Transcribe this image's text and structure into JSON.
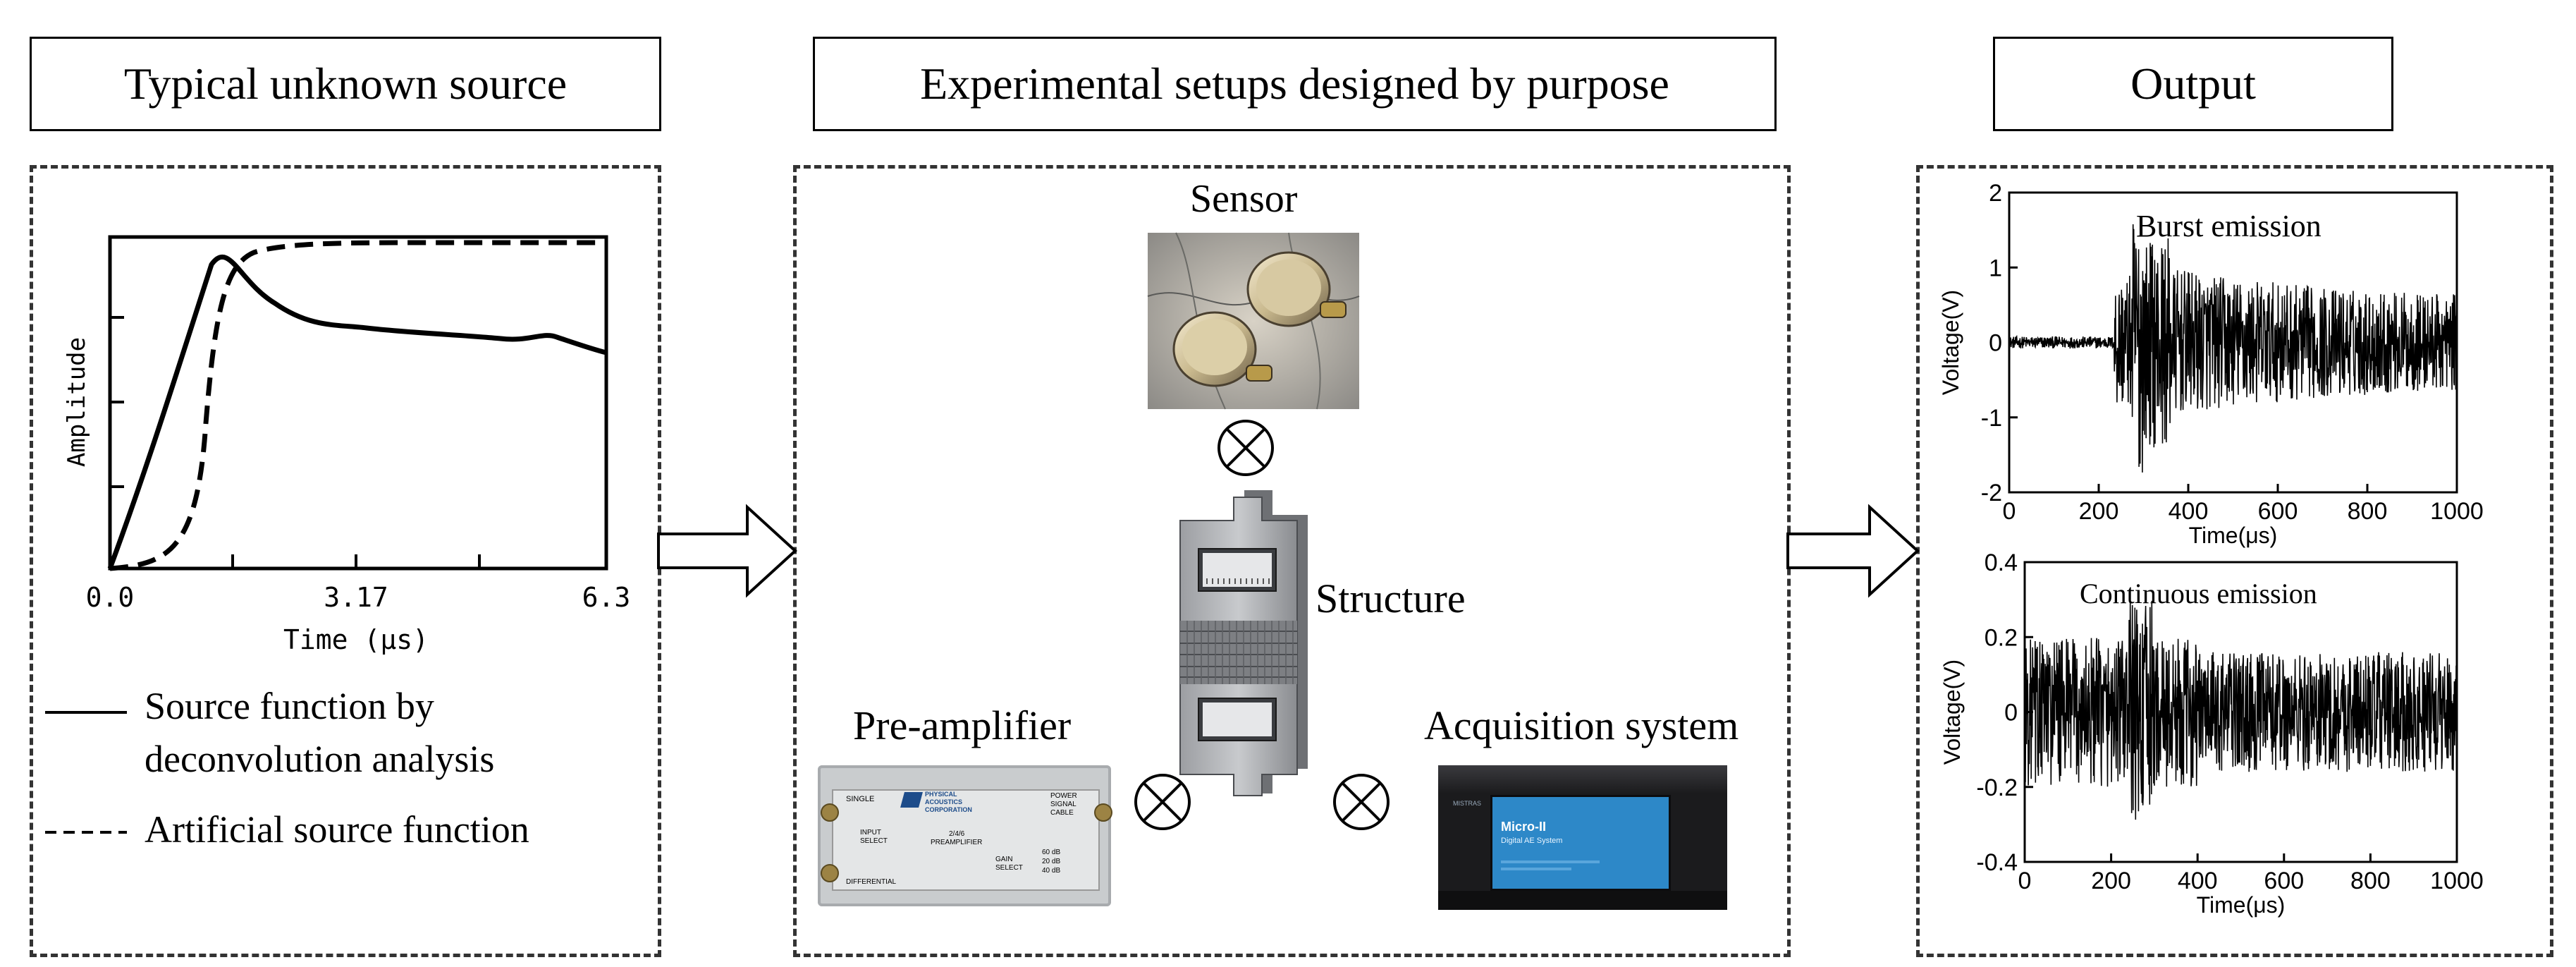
{
  "headers": {
    "left": "Typical unknown source",
    "middle": "Experimental setups designed by purpose",
    "right": "Output"
  },
  "left_panel": {
    "y_label": "Amplitude",
    "x_label": "Time (μs)",
    "x_ticks": [
      "0.0",
      "3.17",
      "6.3"
    ],
    "legend": {
      "solid_line1": "Source function by",
      "solid_line2": "deconvolution analysis",
      "dashed": "Artificial source function"
    }
  },
  "middle_panel": {
    "sensor_label": "Sensor",
    "structure_label": "Structure",
    "preamp_label": "Pre-amplifier",
    "acq_label": "Acquisition  system",
    "preamp_text": {
      "single": "SINGLE",
      "brand1": "PHYSICAL",
      "brand2": "ACOUSTICS",
      "brand3": "CORPORATION",
      "power1": "POWER",
      "power2": "SIGNAL",
      "power3": "CABLE",
      "input1": "INPUT",
      "input2": "SELECT",
      "model1": "2/4/6",
      "model2": "PREAMPLIFIER",
      "gain1": "GAIN",
      "gain2": "SELECT",
      "db1": "60 dB",
      "db2": "20 dB",
      "db3": "40 dB",
      "differential": "DIFFERENTIAL"
    },
    "acq_screen": {
      "brand": "MISTRAS",
      "title": "Micro-II",
      "subtitle": "Digital AE System"
    }
  },
  "right_panel": {
    "chart_data": [
      {
        "type": "line",
        "annotation": "Burst emission",
        "xlabel": "Time(μs)",
        "ylabel": "Voltage(V)",
        "xlim": [
          0,
          1000
        ],
        "ylim": [
          -2,
          2
        ],
        "x_ticks": [
          "0",
          "200",
          "400",
          "600",
          "800",
          "1000"
        ],
        "y_ticks": [
          "2",
          "1",
          "0",
          "-1",
          "-2"
        ]
      },
      {
        "type": "line",
        "annotation": "Continuous emission",
        "xlabel": "Time(μs)",
        "ylabel": "Voltage(V)",
        "xlim": [
          0,
          1000
        ],
        "ylim": [
          -0.4,
          0.4
        ],
        "x_ticks": [
          "0",
          "200",
          "400",
          "600",
          "800",
          "1000"
        ],
        "y_ticks": [
          "0.4",
          "0.2",
          "0",
          "-0.2",
          "-0.4"
        ]
      }
    ]
  }
}
